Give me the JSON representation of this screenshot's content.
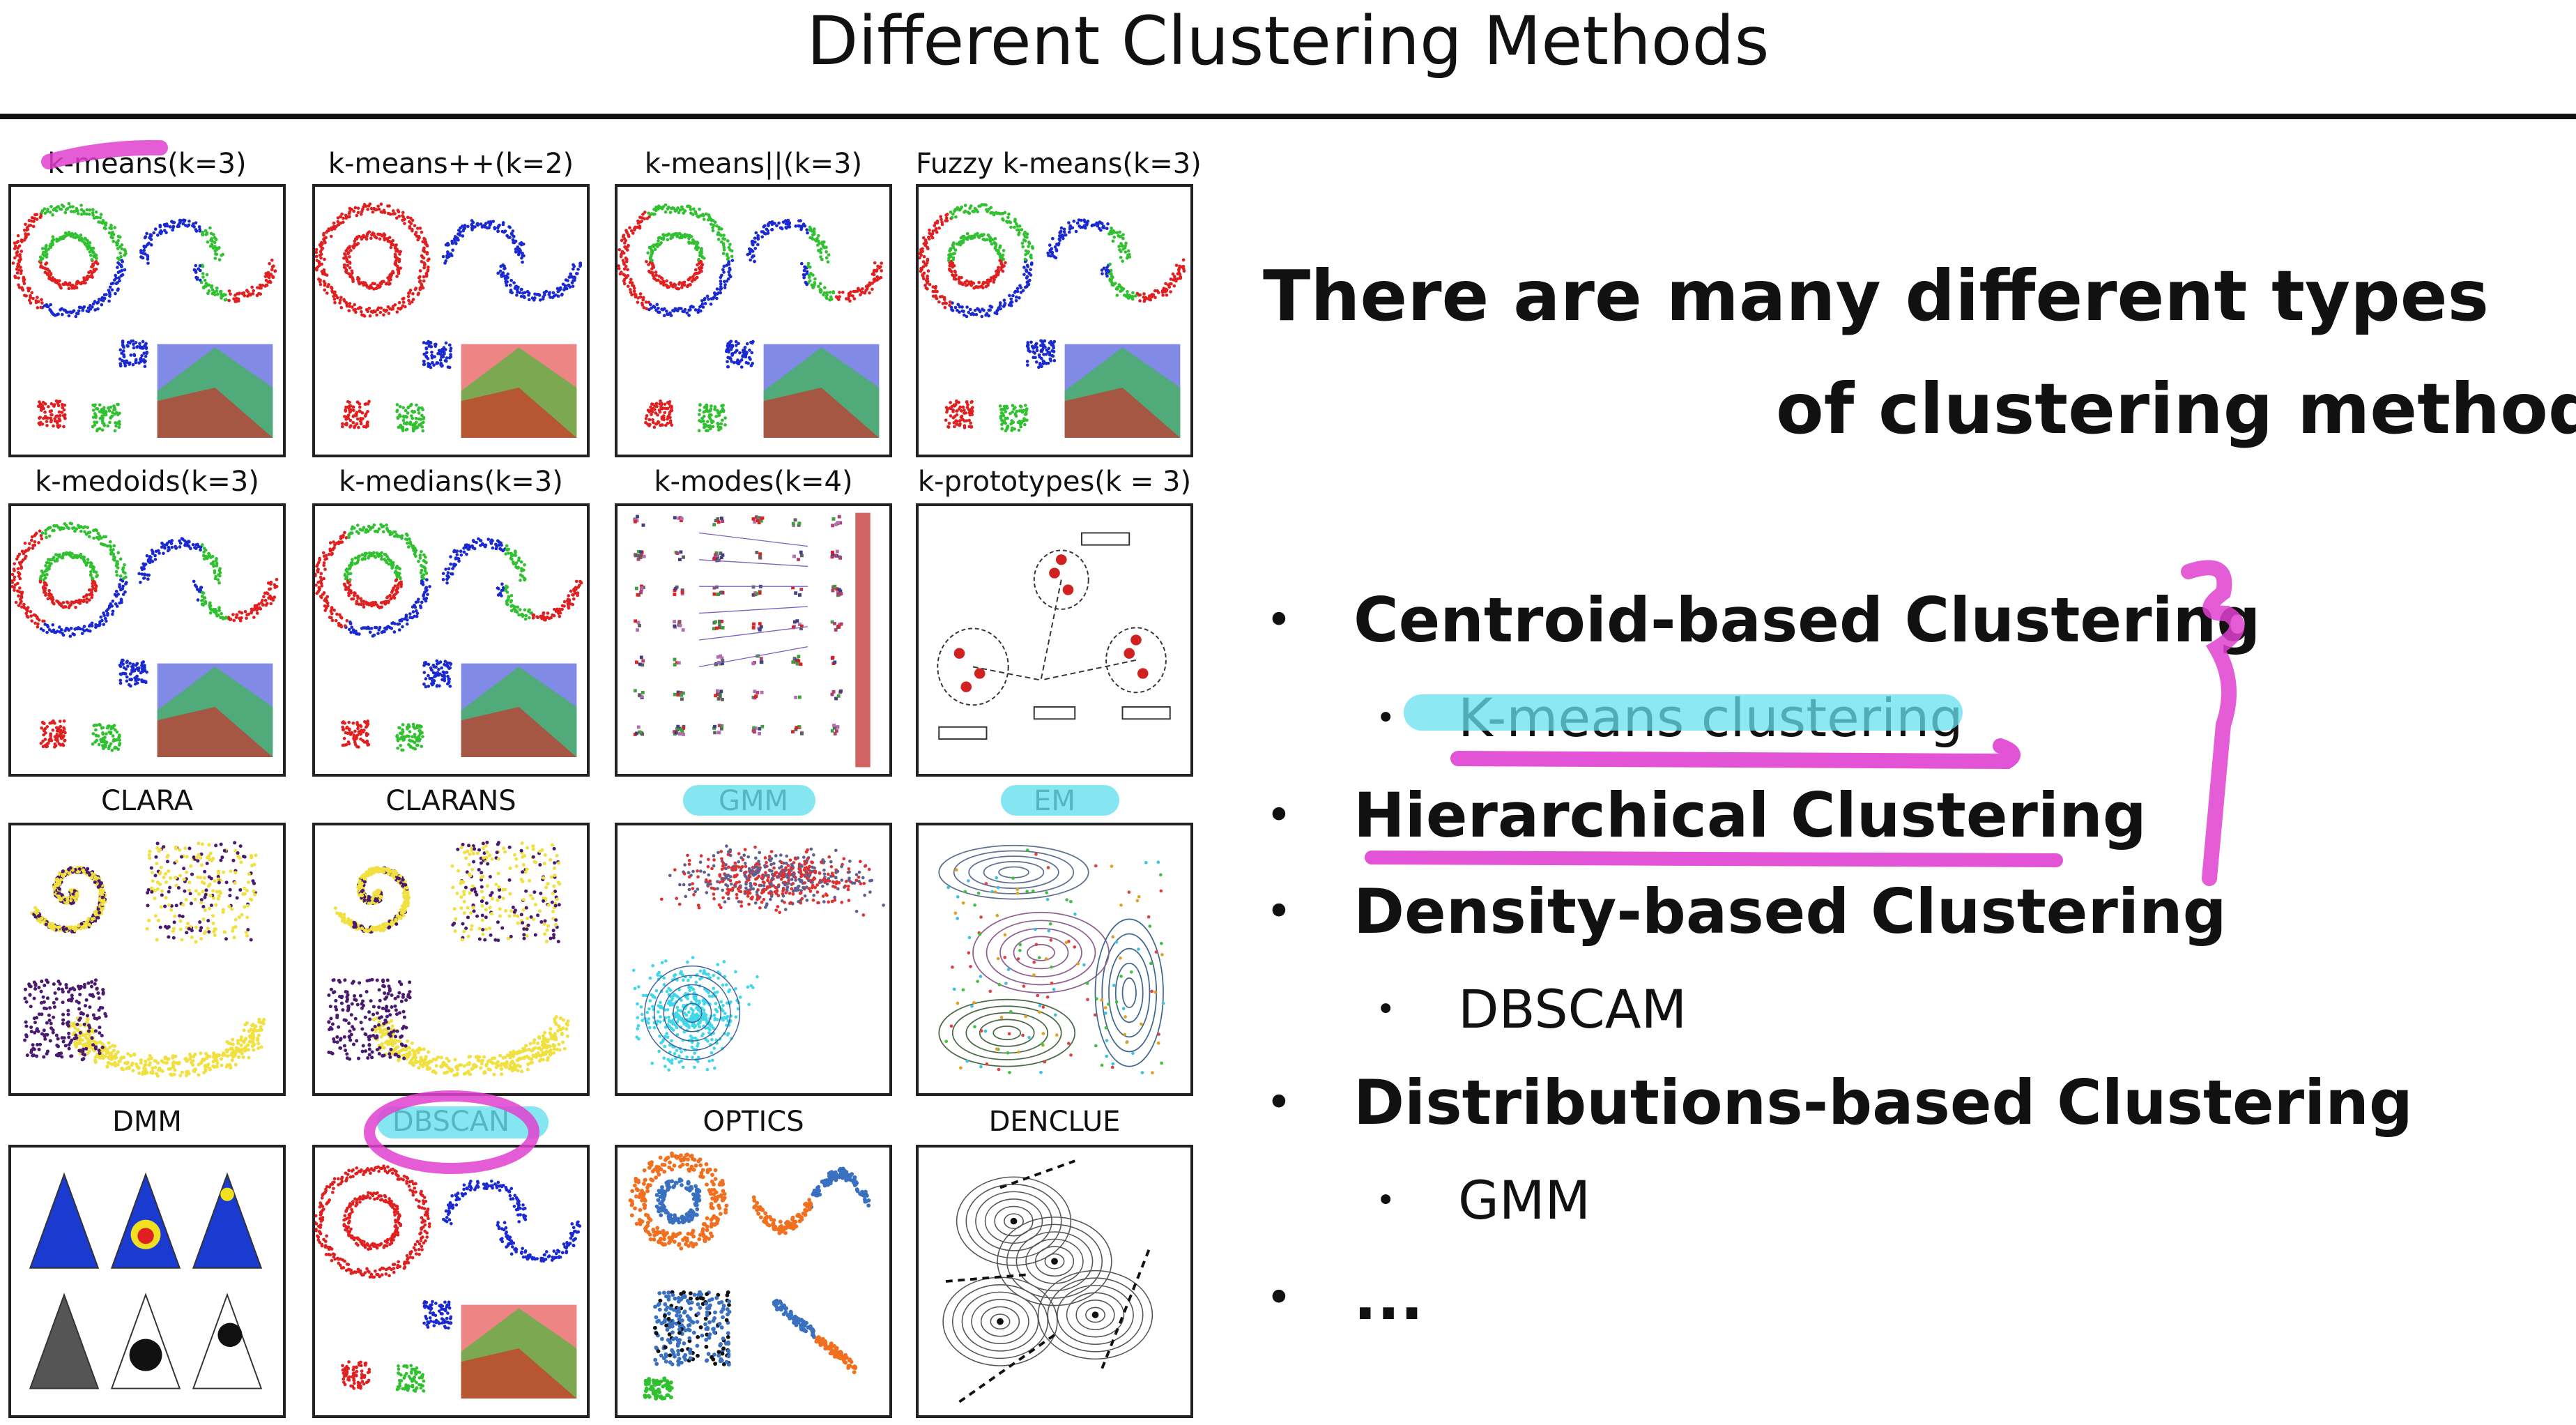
{
  "slide": {
    "title": "Different Clustering Methods"
  },
  "panels": [
    {
      "label": "k-means(k=3)"
    },
    {
      "label": "k-means++(k=2)"
    },
    {
      "label": "k-means||(k=3)"
    },
    {
      "label": "Fuzzy k-means(k=3)"
    },
    {
      "label": "k-medoids(k=3)"
    },
    {
      "label": "k-medians(k=3)"
    },
    {
      "label": "k-modes(k=4)"
    },
    {
      "label": "k-prototypes(k = 3)"
    },
    {
      "label": "CLARA"
    },
    {
      "label": "CLARANS"
    },
    {
      "label": "GMM"
    },
    {
      "label": "EM"
    },
    {
      "label": "DMM"
    },
    {
      "label": "DBSCAN"
    },
    {
      "label": "OPTICS"
    },
    {
      "label": "DENCLUE"
    }
  ],
  "heading": {
    "line1": "There are many different types",
    "line2": "of clustering methods"
  },
  "bullets": [
    {
      "level": 1,
      "text": "Centroid-based Clustering"
    },
    {
      "level": 2,
      "text": "K-means clustering"
    },
    {
      "level": 1,
      "text": "Hierarchical Clustering"
    },
    {
      "level": 1,
      "text": "Density-based Clustering"
    },
    {
      "level": 2,
      "text": "DBSCAM"
    },
    {
      "level": 1,
      "text": "Distributions-based Clustering"
    },
    {
      "level": 2,
      "text": "GMM"
    },
    {
      "level": 1,
      "text": "..."
    }
  ],
  "bullet_glyph": "•",
  "colors": {
    "highlighter_pink": "#e040d0",
    "highlighter_cyan": "#66e0ee",
    "cluster_red": "#e02020",
    "cluster_blue": "#1a2ad0",
    "cluster_green": "#30c030",
    "viridis_yellow": "#f0e040",
    "viridis_purple": "#4a1a70"
  }
}
